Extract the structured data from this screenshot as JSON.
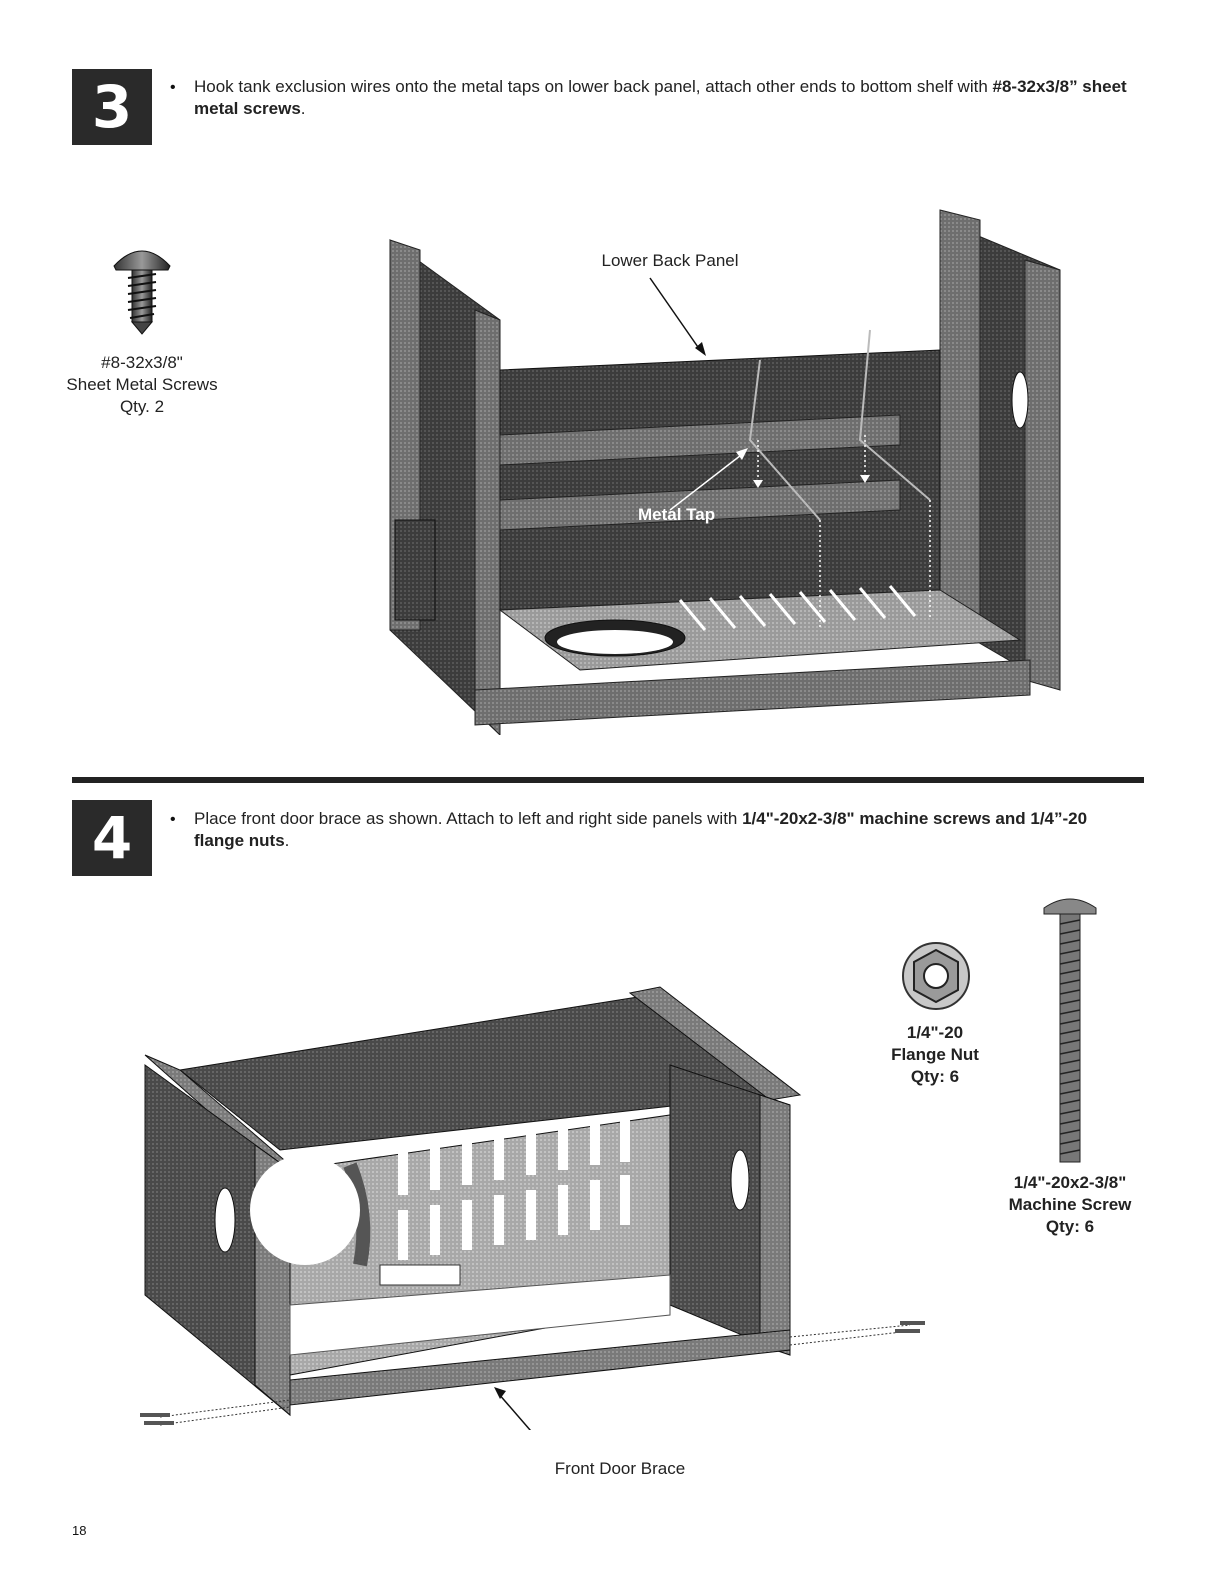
{
  "step3": {
    "number": "3",
    "text_plain": "Hook tank exclusion wires onto the metal taps on lower back panel, attach other ends to bottom shelf with ",
    "text_bold": "#8-32x3/8” sheet metal screws",
    "text_end": ".",
    "part": {
      "line1": "#8-32x3/8\"",
      "line2": "Sheet Metal Screws",
      "line3": "Qty. 2"
    },
    "callouts": {
      "lower_back_panel": "Lower Back Panel",
      "metal_tap": "Metal Tap"
    }
  },
  "step4": {
    "number": "4",
    "text_plain": "Place front door brace as shown. Attach to left and right side panels with ",
    "text_bold": "1/4\"-20x2-3/8\" machine screws and 1/4”-20 flange nuts",
    "text_end": ".",
    "flange_nut": {
      "line1": "1/4\"-20",
      "line2": "Flange Nut",
      "line3": "Qty: 6"
    },
    "machine_screw": {
      "line1": "1/4\"-20x2-3/8\"",
      "line2": "Machine Screw",
      "line3": "Qty: 6"
    },
    "callouts": {
      "front_door_brace": "Front Door Brace"
    }
  },
  "page_number": "18",
  "icons": [
    "sheet-metal-screw-icon",
    "flange-nut-icon",
    "machine-screw-icon"
  ]
}
